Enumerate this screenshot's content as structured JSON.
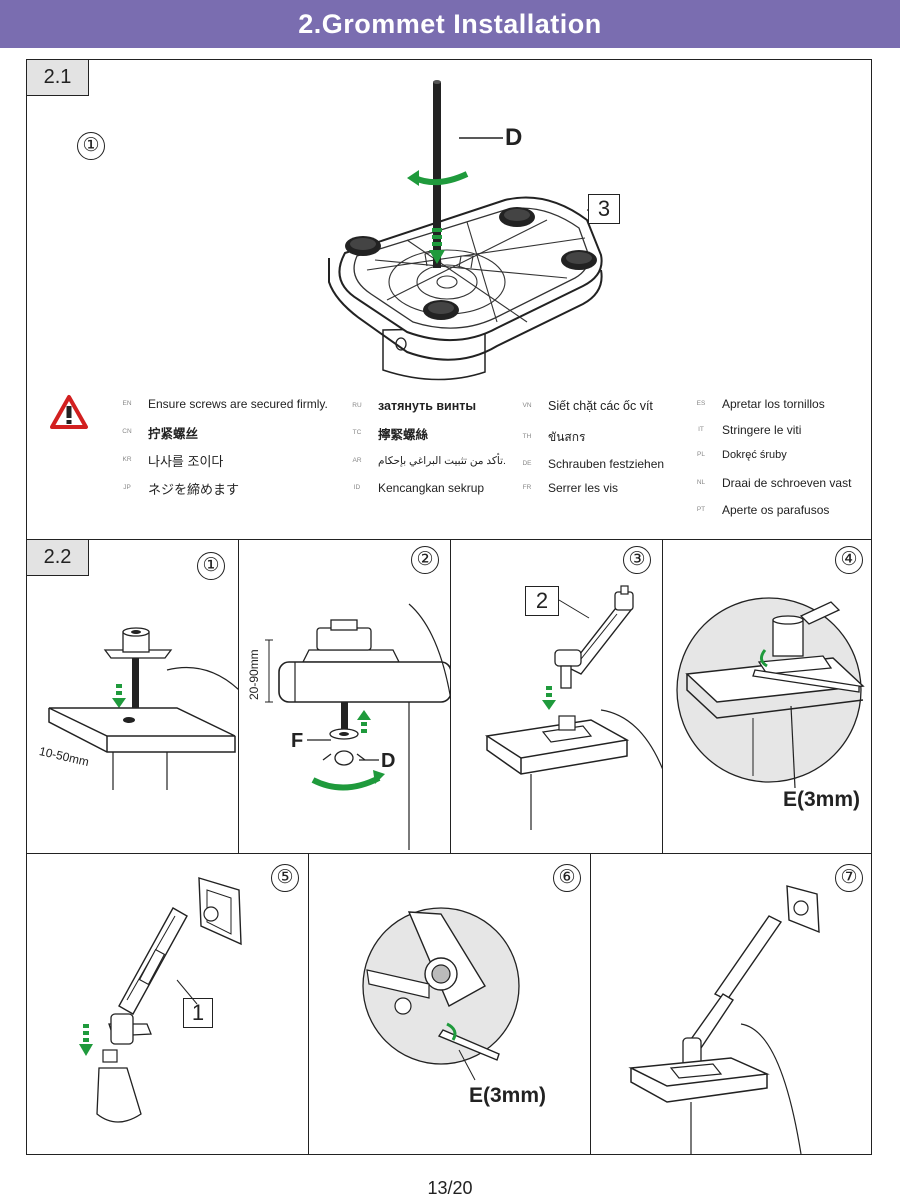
{
  "header": {
    "title": "2.Grommet Installation"
  },
  "section1": {
    "tag": "2.1",
    "step": "①",
    "callout_rod": "D",
    "callout_base": "3",
    "warning_icon": "warning-triangle-icon",
    "languages": [
      {
        "code": "EN",
        "text": "Ensure screws are secured firmly."
      },
      {
        "code": "CN",
        "text": "拧紧螺丝"
      },
      {
        "code": "KR",
        "text": "나사를 조이다"
      },
      {
        "code": "JP",
        "text": "ネジを締めます"
      },
      {
        "code": "RU",
        "text": "затянуть винты"
      },
      {
        "code": "TC",
        "text": "擰緊螺絲"
      },
      {
        "code": "AR",
        "text": "تأكد من تثبيت البراغي بإحكام."
      },
      {
        "code": "ID",
        "text": "Kencangkan sekrup"
      },
      {
        "code": "VN",
        "text": "Siết chặt các ốc vít"
      },
      {
        "code": "TH",
        "text": "ขันสกร"
      },
      {
        "code": "DE",
        "text": "Schrauben festziehen"
      },
      {
        "code": "FR",
        "text": "Serrer les vis"
      },
      {
        "code": "ES",
        "text": "Apretar los tornillos"
      },
      {
        "code": "IT",
        "text": "Stringere le viti"
      },
      {
        "code": "PL",
        "text": "Dokręć śruby"
      },
      {
        "code": "NL",
        "text": "Draai de schroeven vast"
      },
      {
        "code": "PT",
        "text": "Aperte os parafusos"
      }
    ]
  },
  "section2": {
    "tag": "2.2",
    "steps": [
      "①",
      "②",
      "③",
      "④",
      "⑤",
      "⑥",
      "⑦"
    ],
    "thickness_desk": "10-50mm",
    "thickness_clamp": "20-90mm",
    "label_f": "F",
    "label_d": "D",
    "callout_arm": "2",
    "wrench_label": "E(3mm)",
    "callout_arm_small": "1",
    "wrench_label_2": "E(3mm)"
  },
  "footer": {
    "page": "13/20"
  },
  "colors": {
    "header": "#7a6db0",
    "arrow": "#1f9a3c",
    "warning": "#d22020"
  }
}
